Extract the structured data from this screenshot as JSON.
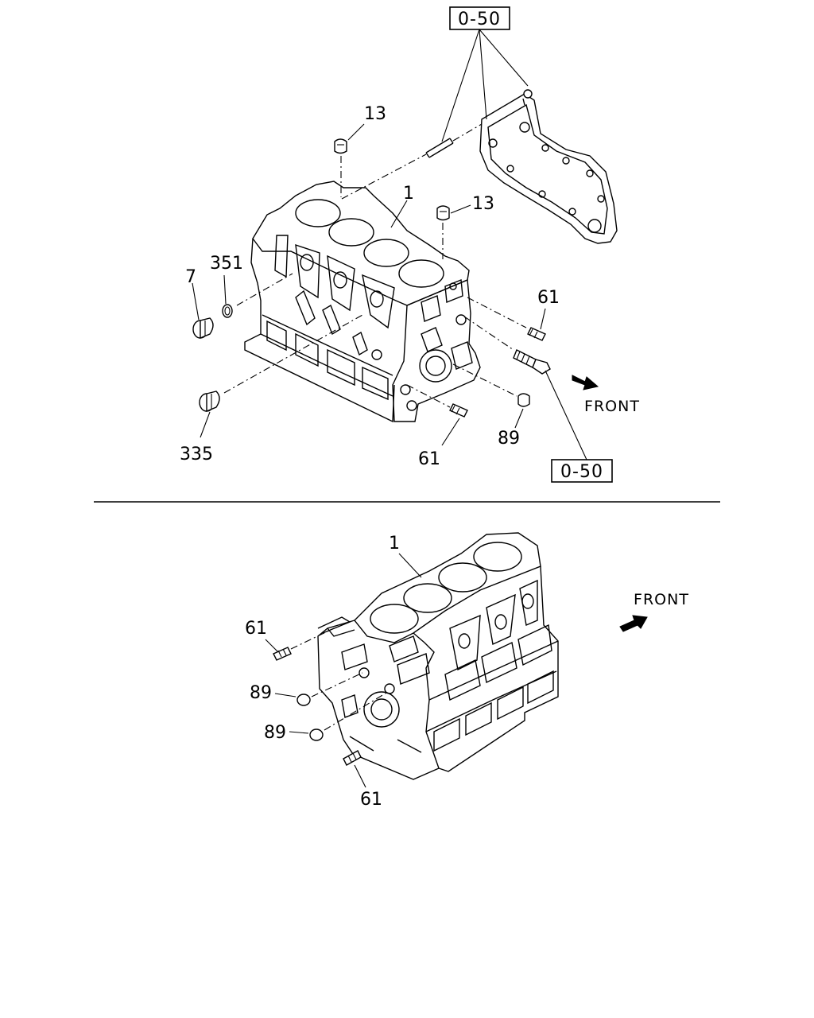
{
  "upper": {
    "ref_top": "0-50",
    "ref_bottom": "0-50",
    "labels": {
      "cylinder_block": "1",
      "cap_13_left": "13",
      "cap_13_right": "13",
      "seal_351": "351",
      "plug_7": "7",
      "plug_335": "335",
      "pin_61_right": "61",
      "pin_61_bottom": "61",
      "plug_89": "89"
    },
    "front_label": "FRONT"
  },
  "lower": {
    "labels": {
      "cylinder_block": "1",
      "pin_61_top": "61",
      "plug_89_upper": "89",
      "plug_89_lower": "89",
      "pin_61_bottom": "61"
    },
    "front_label": "FRONT"
  },
  "icons": {
    "front_arrow": "front-arrow-icon"
  }
}
